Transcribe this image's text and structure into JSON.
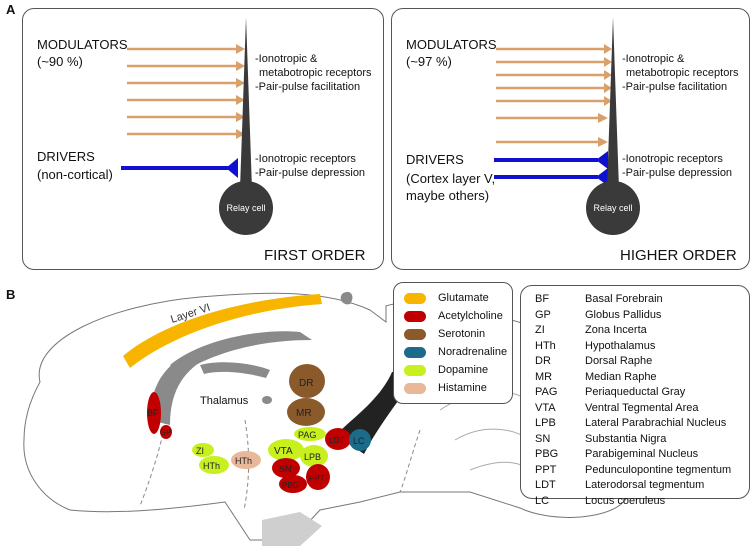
{
  "panel_a": {
    "letter": "A",
    "left": {
      "modulators_label": "MODULATORS",
      "modulators_pct": "(~90 %)",
      "drivers_label": "DRIVERS",
      "drivers_sub": "(non-cortical)",
      "mod_note_1": "-Ionotropic &",
      "mod_note_2": "metabotropic receptors",
      "mod_note_3": "-Pair-pulse facilitation",
      "drv_note_1": "-Ionotropic receptors",
      "drv_note_2": "-Pair-pulse depression",
      "relay_label": "Relay cell",
      "order_label": "FIRST ORDER"
    },
    "right": {
      "modulators_label": "MODULATORS",
      "modulators_pct": "(~97 %)",
      "drivers_label": "DRIVERS",
      "drivers_sub_1": "(Cortex layer V,",
      "drivers_sub_2": "maybe others)",
      "mod_note_1": "-Ionotropic &",
      "mod_note_2": "metabotropic receptors",
      "mod_note_3": "-Pair-pulse facilitation",
      "drv_note_1": "-Ionotropic receptors",
      "drv_note_2": "-Pair-pulse depression",
      "relay_label": "Relay cell",
      "order_label": "HIGHER ORDER"
    },
    "colors": {
      "modulator": "#d9a06b",
      "driver": "#1010d0",
      "relay": "#3a3a3a"
    }
  },
  "panel_b": {
    "letter": "B",
    "brain_labels": {
      "layer_vi": "Layer VI",
      "thalamus": "Thalamus",
      "bf": "BF",
      "gp": "GP",
      "zi": "ZI",
      "hth1": "HTh",
      "hth2": "HTh",
      "dr": "DR",
      "mr": "MR",
      "pag": "PAG",
      "vta": "VTA",
      "lpb": "LPB",
      "sn": "SN",
      "pbg": "PBG",
      "ppt": "PPT",
      "ldt": "LDT",
      "lc": "LC"
    },
    "legend": [
      {
        "label": "Glutamate",
        "color": "#f7b500"
      },
      {
        "label": "Acetylcholine",
        "color": "#c00000"
      },
      {
        "label": "Serotonin",
        "color": "#8b5a2b"
      },
      {
        "label": "Noradrenaline",
        "color": "#1b6b8a"
      },
      {
        "label": "Dopamine",
        "color": "#c8f01e"
      },
      {
        "label": "Histamine",
        "color": "#e8b898"
      }
    ],
    "abbreviations": [
      {
        "abbr": "BF",
        "name": "Basal Forebrain"
      },
      {
        "abbr": "GP",
        "name": "Globus Pallidus"
      },
      {
        "abbr": "ZI",
        "name": "Zona Incerta"
      },
      {
        "abbr": "HTh",
        "name": "Hypothalamus"
      },
      {
        "abbr": "DR",
        "name": "Dorsal Raphe"
      },
      {
        "abbr": "MR",
        "name": "Median Raphe"
      },
      {
        "abbr": "PAG",
        "name": "Periaqueductal Gray"
      },
      {
        "abbr": "VTA",
        "name": "Ventral Tegmental Area"
      },
      {
        "abbr": "LPB",
        "name": "Lateral Parabrachial Nucleus"
      },
      {
        "abbr": "SN",
        "name": "Substantia Nigra"
      },
      {
        "abbr": "PBG",
        "name": "Parabigeminal Nucleus"
      },
      {
        "abbr": "PPT",
        "name": "Pedunculopontine tegmentum"
      },
      {
        "abbr": "LDT",
        "name": "Laterodorsal tegmentum"
      },
      {
        "abbr": "LC",
        "name": "Locus coeruleus"
      }
    ]
  }
}
